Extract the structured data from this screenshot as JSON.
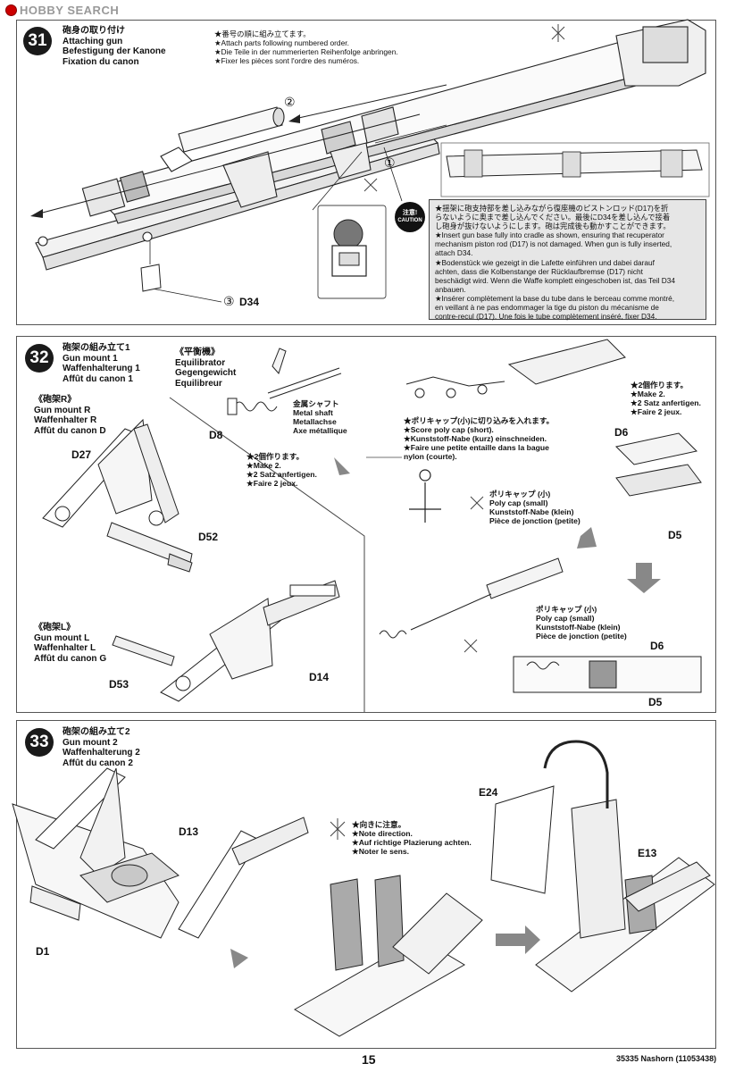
{
  "header": {
    "brand": "HOBBY SEARCH"
  },
  "steps": [
    {
      "number": "31",
      "title": [
        "砲身の取り付け",
        "Attaching gun",
        "Befestigung der Kanone",
        "Fixation du canon"
      ],
      "notes": [
        "★番号の順に組み立てます。",
        "★Attach parts following numbered order.",
        "★Die Teile in der nummerierten Reihenfolge anbringen.",
        "★Fixer les pièces sont l'ordre des numéros."
      ],
      "callouts": {
        "c1": "①",
        "c2": "②",
        "c3": "③",
        "d34": "D34"
      },
      "caution_badge": [
        "注意!",
        "CAUTION"
      ],
      "caution": [
        "★揺架に砲支持部を差し込みながら復座機のピストンロッド(D17)を折",
        "らないように奥まで差し込んでください。最後にD34を差し込んで接着",
        "し砲身が抜けないようにします。砲は完成後も動かすことができます。",
        "★Insert gun base fully into cradle as shown, ensuring that recuperator",
        "mechanism piston rod (D17) is not damaged. When gun is fully inserted,",
        "attach D34.",
        "★Bodenstück wie gezeigt in die Lafette einführen und dabei darauf",
        "achten, dass die Kolbenstange der Rücklaufbremse (D17) nicht",
        "beschädigt wird. Wenn die Waffe komplett eingeschoben ist, das Teil D34",
        "anbauen.",
        "★Insérer complètement la base du tube dans le berceau comme montré,",
        "en veillant à ne pas endommager la tige du piston du mécanisme de",
        "contre-recul (D17). Une fois le tube complètement inséré, fixer D34."
      ]
    },
    {
      "number": "32",
      "title": [
        "砲架の組み立て1",
        "Gun mount 1",
        "Waffenhalterung 1",
        "Affût du canon 1"
      ],
      "equilibrator": [
        "《平衡機》",
        "Equilibrator",
        "Gegengewicht",
        "Equilibreur"
      ],
      "shaft": [
        "金属シャフト",
        "Metal shaft",
        "Metallachse",
        "Axe métallique"
      ],
      "gun_mount_r": [
        "《砲架R》",
        "Gun mount R",
        "Waffenhalter R",
        "Affût du canon D"
      ],
      "gun_mount_l": [
        "《砲架L》",
        "Gun mount L",
        "Waffenhalter L",
        "Affût du canon G"
      ],
      "make2_a": [
        "★2個作ります。",
        "★Make 2.",
        "★2 Satz anfertigen.",
        "★Faire 2 jeux."
      ],
      "make2_b": [
        "★2個作ります。",
        "★Make 2.",
        "★2 Satz anfertigen.",
        "★Faire 2 jeux."
      ],
      "score": [
        "★ポリキャップ(小)に切り込みを入れます。",
        "★Score poly cap (short).",
        "★Kunststoff-Nabe (kurz) einschneiden.",
        "★Faire une petite entaille dans la bague",
        "nylon (courte)."
      ],
      "polycap1": [
        "ポリキャップ (小)",
        "Poly cap (small)",
        "Kunststoff-Nabe (klein)",
        "Pièce de jonction (petite)"
      ],
      "polycap2": [
        "ポリキャップ (小)",
        "Poly cap (small)",
        "Kunststoff-Nabe (klein)",
        "Pièce de jonction (petite)"
      ],
      "parts": {
        "d8": "D8",
        "d27": "D27",
        "d52": "D52",
        "d53": "D53",
        "d14": "D14",
        "d6a": "D6",
        "d5a": "D5",
        "d6b": "D6",
        "d5b": "D5"
      }
    },
    {
      "number": "33",
      "title": [
        "砲架の組み立て2",
        "Gun mount 2",
        "Waffenhalterung 2",
        "Affût du canon 2"
      ],
      "direction": [
        "★向きに注意。",
        "★Note direction.",
        "★Auf richtige Plazierung achten.",
        "★Noter le sens."
      ],
      "parts": {
        "d13": "D13",
        "d1": "D1",
        "e24": "E24",
        "e13": "E13"
      }
    }
  ],
  "footer": {
    "page": "15",
    "code": "35335  Nashorn (11053438)"
  }
}
